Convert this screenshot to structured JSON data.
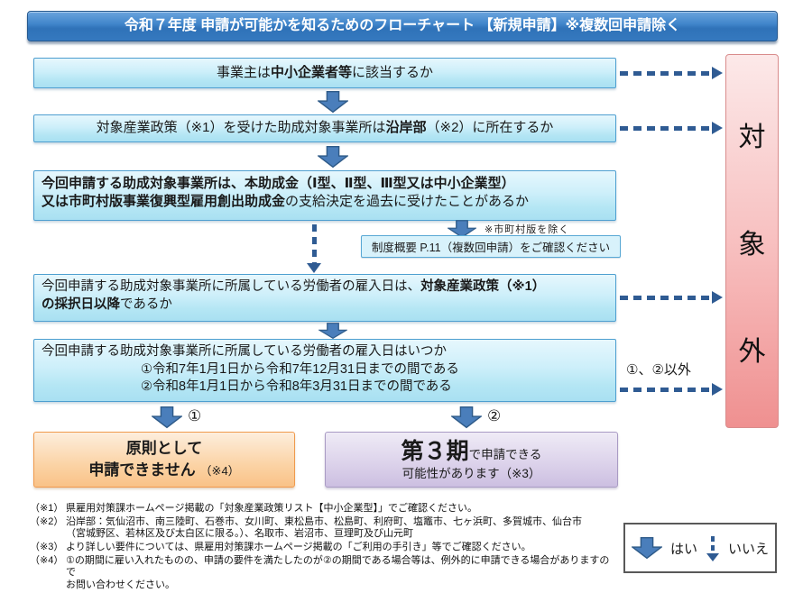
{
  "title": "令和７年度 申請が可能かを知るためのフローチャート 【新規申請】※複数回申請除く",
  "flow": {
    "box1": {
      "pre": "事業主は",
      "bold": "中小企業者等",
      "post": "に該当するか"
    },
    "box2": {
      "pre": "対象産業政策（※1）を受けた助成対象事業所は",
      "bold": "沿岸部",
      "post": "（※2）に所在するか"
    },
    "box3": {
      "line1_bold": "今回申請する助成対象事業所は、本助成金（Ⅰ型、Ⅱ型、Ⅲ型又は中小企業型）",
      "line2_bold": "又は市町村版事業復興型雇用創出助成金",
      "line2_rest": "の支給決定を過去に受けたことがあるか"
    },
    "side_note": "※市町村版を除く",
    "note_box": "制度概要 P.11（複数回申請）をご確認ください",
    "box4": {
      "line1_pre": "今回申請する助成対象事業所に所属している労働者の雇入日は、",
      "line1_bold": "対象産業政策（※1）",
      "line2_bold": "の採択日以降",
      "line2_rest": "であるか"
    },
    "box5": {
      "line1": "今回申請する助成対象事業所に所属している労働者の雇入日はいつか",
      "line2": "①令和7年1月1日から令和7年12月31日までの間である",
      "line3": "②令和8年1月1日から令和8年3月31日までの間である"
    },
    "branch1_label": "①",
    "branch2_label": "②",
    "other_label": "①、②以外",
    "result_no": {
      "line1": "原則として",
      "line2": "申請できません",
      "note": "（※4）"
    },
    "result_yes": {
      "big": "第３期",
      "small": "で申請できる",
      "line2": "可能性があります（※3）"
    },
    "excluded": {
      "char1": "対",
      "char2": "象",
      "char3": "外"
    }
  },
  "footnotes": [
    {
      "label": "（※1）",
      "text": "県雇用対策課ホームページ掲載の「対象産業政策リスト【中小企業型】」でご確認ください。",
      "text2": ""
    },
    {
      "label": "（※2）",
      "text": "沿岸部：気仙沼市、南三陸町、石巻市、女川町、東松島市、松島町、利府町、塩竈市、七ヶ浜町、多賀城市、仙台市",
      "text2": "（宮城野区、若林区及び太白区に限る。）、名取市、岩沼市、亘理町及び山元町"
    },
    {
      "label": "（※3）",
      "text": "より詳しい要件については、県雇用対策課ホームページ掲載の「ご利用の手引き」等でご確認ください。",
      "text2": ""
    },
    {
      "label": "（※4）",
      "text": "①の期間に雇い入れたものの、申請の要件を満たしたのが②の期間である場合等は、例外的に申請できる場合がありますので",
      "text2": "お問い合わせください。"
    }
  ],
  "legend": {
    "yes": "はい",
    "no": "いいえ"
  },
  "colors": {
    "title_blue": "#3579bf",
    "box_fill": "#c9eef9",
    "box_border": "#4e9fd0",
    "solid_arrow": "#4a7ebb",
    "dashed_arrow": "#2f5b93",
    "excluded_pink": "#ef9090",
    "result_no_orange": "#fbd3a5",
    "result_yes_purple": "#d4c8e5"
  }
}
